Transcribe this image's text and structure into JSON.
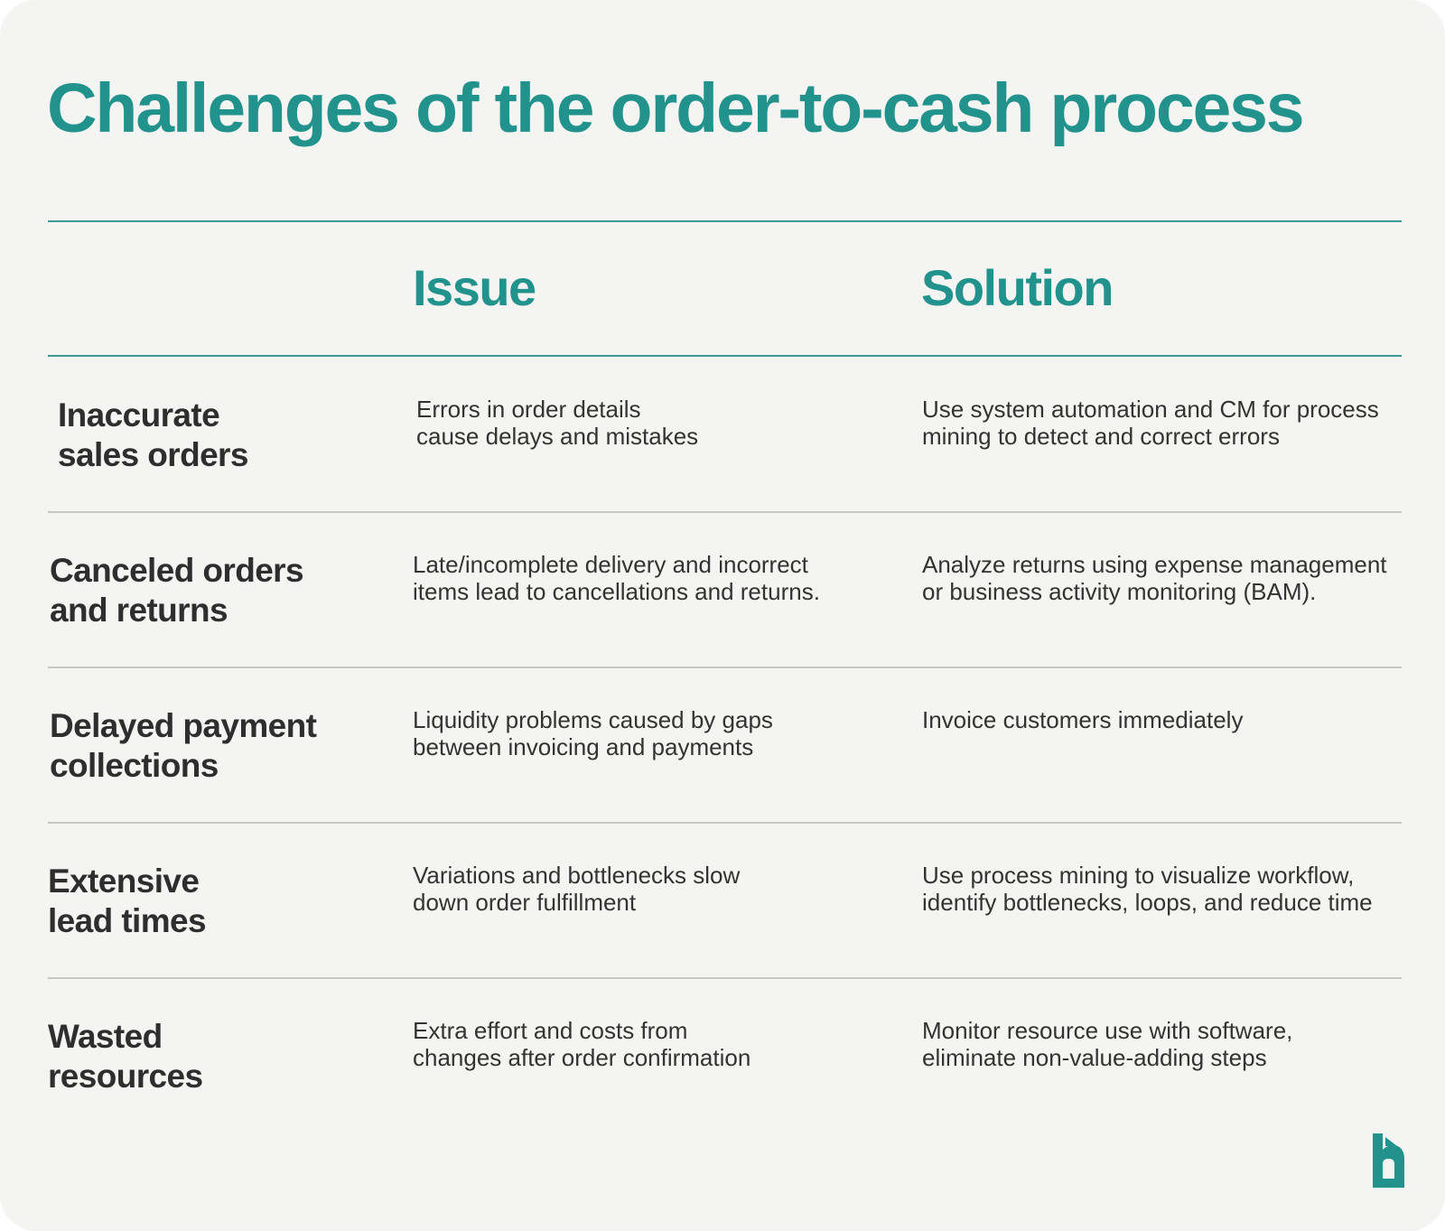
{
  "title": "Challenges of the order-to-cash process",
  "columns": {
    "issue": "Issue",
    "solution": "Solution"
  },
  "rows": [
    {
      "challenge": [
        "Inaccurate",
        "sales orders"
      ],
      "issue": [
        "Errors in order details",
        "cause delays and mistakes"
      ],
      "solution": [
        "Use system automation and CM for process",
        "mining to detect and correct errors"
      ]
    },
    {
      "challenge": [
        "Canceled orders",
        "and returns"
      ],
      "issue": [
        "Late/incomplete delivery and incorrect",
        "items lead to cancellations and returns."
      ],
      "solution": [
        "Analyze returns using expense management",
        "or business activity monitoring (BAM)."
      ]
    },
    {
      "challenge": [
        "Delayed payment",
        "collections"
      ],
      "issue": [
        "Liquidity problems caused by gaps",
        "between invoicing and payments"
      ],
      "solution": [
        "Invoice customers immediately"
      ]
    },
    {
      "challenge": [
        "Extensive",
        "lead times"
      ],
      "issue": [
        "Variations and bottlenecks slow",
        "down order fulfillment"
      ],
      "solution": [
        "Use process mining to visualize workflow,",
        "identify bottlenecks, loops, and reduce time"
      ]
    },
    {
      "challenge": [
        "Wasted",
        "resources"
      ],
      "issue": [
        "Extra effort and costs from",
        "changes after order confirmation"
      ],
      "solution": [
        "Monitor resource use with software,",
        "eliminate non-value-adding steps"
      ]
    }
  ],
  "colors": {
    "accent": "#22938c",
    "background": "#f4f4f2",
    "text": "#2e2e2e",
    "divider": "#c6c6c4"
  },
  "logo_icon": "brand-b-logo-icon"
}
